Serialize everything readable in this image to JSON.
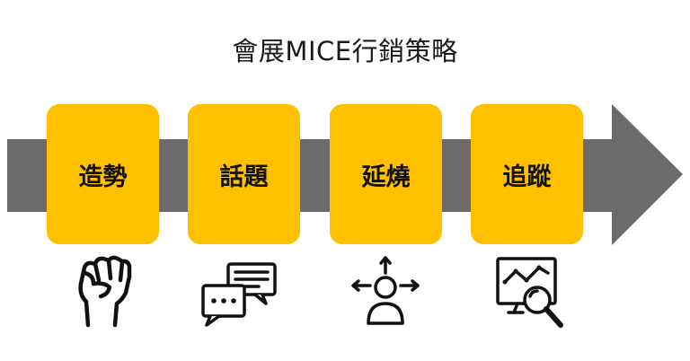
{
  "title": "會展MICE行銷策略",
  "colors": {
    "arrow": "#6d6a6a",
    "step_fill": "#ffc000",
    "icon_stroke": "#111111"
  },
  "steps": [
    {
      "label": "造勢",
      "icon": "raised-fist-icon"
    },
    {
      "label": "話題",
      "icon": "chat-bubbles-icon"
    },
    {
      "label": "延燒",
      "icon": "person-spread-arrows-icon"
    },
    {
      "label": "追蹤",
      "icon": "chart-magnifier-icon"
    }
  ]
}
